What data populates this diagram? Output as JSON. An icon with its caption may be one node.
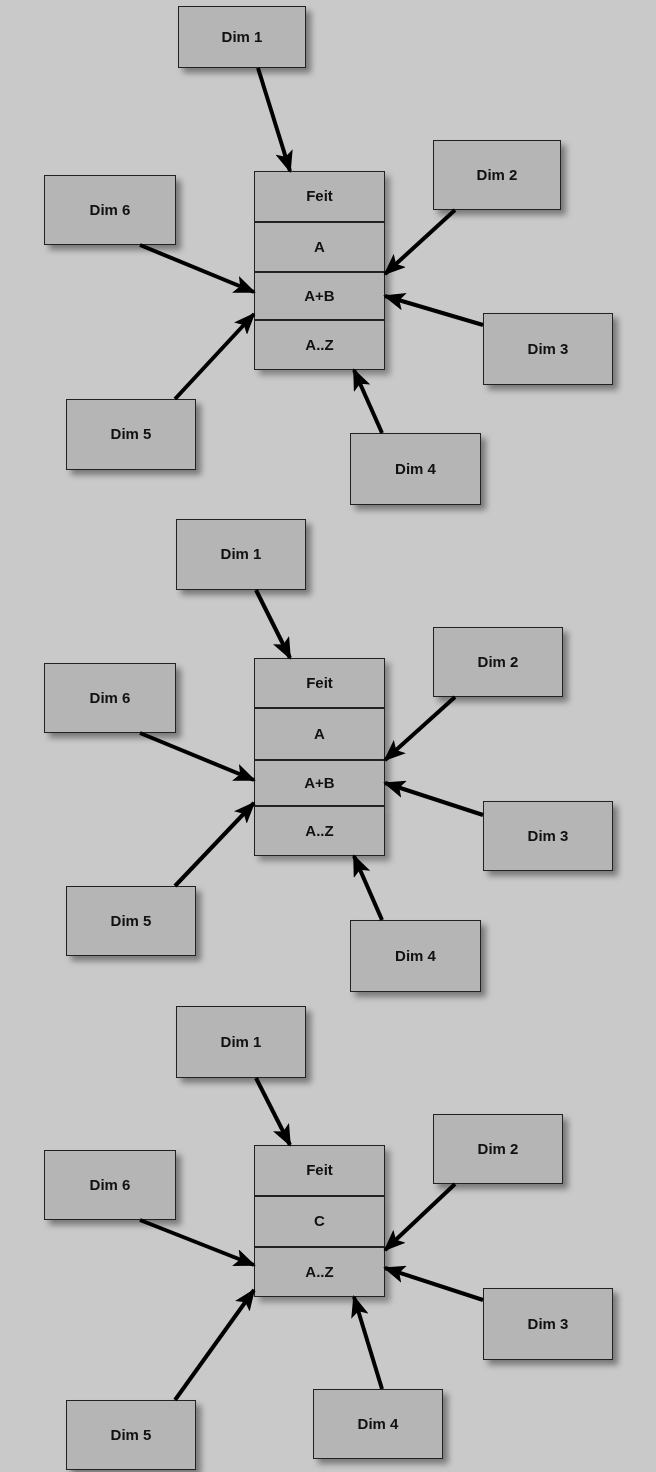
{
  "diagram": {
    "nodes": [
      {
        "text": [
          "Dim 1"
        ]
      },
      {
        "text": [
          "Dim 6"
        ]
      },
      {
        "text": [
          "Dim 2"
        ]
      },
      {
        "text": [
          "Feit"
        ]
      },
      {
        "text": [
          "A"
        ]
      },
      {
        "text": [
          "A+B"
        ]
      },
      {
        "text": [
          "A..Z"
        ]
      },
      {
        "text": [
          "Dim 3"
        ]
      },
      {
        "text": [
          "Dim 5"
        ]
      },
      {
        "text": [
          "Dim 4"
        ]
      },
      {
        "text": [
          "Dim 1"
        ]
      },
      {
        "text": [
          "Dim 6"
        ]
      },
      {
        "text": [
          "Dim 2"
        ]
      },
      {
        "text": [
          "Feit"
        ]
      },
      {
        "text": [
          "A"
        ]
      },
      {
        "text": [
          "A+B"
        ]
      },
      {
        "text": [
          "A..Z"
        ]
      },
      {
        "text": [
          "Dim 3"
        ]
      },
      {
        "text": [
          "Dim 5"
        ]
      },
      {
        "text": [
          "Dim 4"
        ]
      },
      {
        "text": [
          "Dim 1"
        ]
      },
      {
        "text": [
          "Dim 6"
        ]
      },
      {
        "text": [
          "Dim 2"
        ]
      },
      {
        "text": [
          "Feit"
        ]
      },
      {
        "text": [
          "C"
        ]
      },
      {
        "text": [
          "A..Z"
        ]
      },
      {
        "text": [
          "Dim 3"
        ]
      },
      {
        "text": [
          "Dim 5"
        ]
      },
      {
        "text": [
          "Dim 4"
        ]
      }
    ],
    "edges": [
      {
        "from": 0,
        "to": 3,
        "arrow": "to"
      },
      {
        "from": 2,
        "to": 5,
        "arrow": "to"
      },
      {
        "from": 7,
        "to": 5,
        "arrow": "to"
      },
      {
        "from": 9,
        "to": 6,
        "arrow": "to"
      },
      {
        "from": 8,
        "to": 5,
        "arrow": "to"
      },
      {
        "from": 1,
        "to": 5,
        "arrow": "to"
      },
      {
        "from": 10,
        "to": 13,
        "arrow": "to"
      },
      {
        "from": 12,
        "to": 15,
        "arrow": "to"
      },
      {
        "from": 17,
        "to": 15,
        "arrow": "to"
      },
      {
        "from": 19,
        "to": 16,
        "arrow": "to"
      },
      {
        "from": 18,
        "to": 15,
        "arrow": "to"
      },
      {
        "from": 11,
        "to": 15,
        "arrow": "to"
      },
      {
        "from": 20,
        "to": 23,
        "arrow": "to"
      },
      {
        "from": 22,
        "to": 25,
        "arrow": "to"
      },
      {
        "from": 26,
        "to": 25,
        "arrow": "to"
      },
      {
        "from": 28,
        "to": 25,
        "arrow": "to"
      },
      {
        "from": 27,
        "to": 25,
        "arrow": "to"
      },
      {
        "from": 21,
        "to": 25,
        "arrow": "to"
      }
    ]
  }
}
